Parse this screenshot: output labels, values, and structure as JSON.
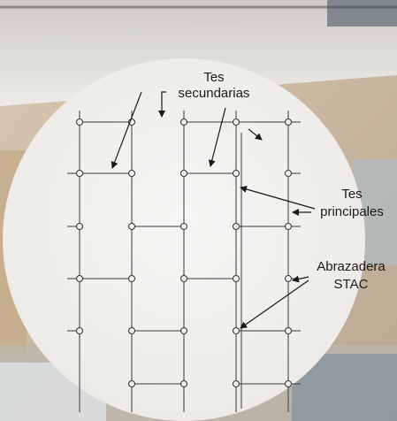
{
  "labels": {
    "secondary_tees_line1": "Tes",
    "secondary_tees_line2": "secundarias",
    "main_tees_line1": "Tes",
    "main_tees_line2": "principales",
    "clamp_line1": "Abrazadera",
    "clamp_line2": "STAC"
  },
  "colors": {
    "circle_fill": "#f2f1ef",
    "grid_line": "#3a3a3a",
    "text": "#1a1a1a",
    "ceiling": "#e9e7e2",
    "wall": "#cbb9a2"
  }
}
